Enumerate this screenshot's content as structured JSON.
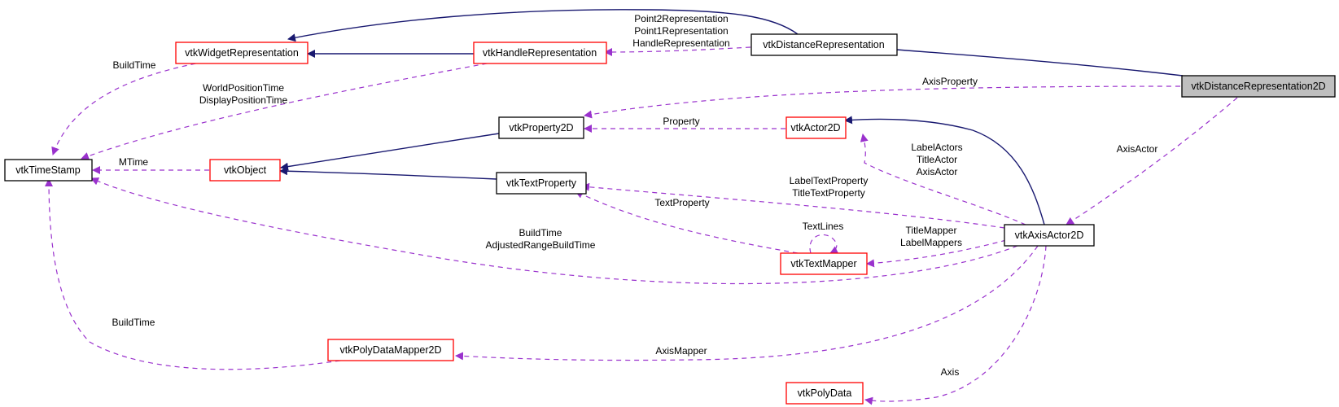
{
  "colors": {
    "inheritance_edge": "#191970",
    "usage_edge": "#9a32cd",
    "documented_border": "#000000",
    "undocumented_border": "#ff0000",
    "focus_fill": "#bfbfbf"
  },
  "nodes": {
    "vtkDistanceRepresentation2D": "vtkDistanceRepresentation2D",
    "vtkDistanceRepresentation": "vtkDistanceRepresentation",
    "vtkWidgetRepresentation": "vtkWidgetRepresentation",
    "vtkHandleRepresentation": "vtkHandleRepresentation",
    "vtkTimeStamp": "vtkTimeStamp",
    "vtkObject": "vtkObject",
    "vtkProperty2D": "vtkProperty2D",
    "vtkActor2D": "vtkActor2D",
    "vtkTextProperty": "vtkTextProperty",
    "vtkTextMapper": "vtkTextMapper",
    "vtkAxisActor2D": "vtkAxisActor2D",
    "vtkPolyDataMapper2D": "vtkPolyDataMapper2D",
    "vtkPolyData": "vtkPolyData"
  },
  "edge_labels": {
    "handle_reps": [
      "Point2Representation",
      "Point1Representation",
      "HandleRepresentation"
    ],
    "widget_buildtime": "BuildTime",
    "handle_times": [
      "WorldPositionTime",
      "DisplayPositionTime"
    ],
    "axis_property": "AxisProperty",
    "axis_actor": "AxisActor",
    "property": "Property",
    "mtime": "MTime",
    "actor_labels": [
      "LabelActors",
      "TitleActor",
      "AxisActor"
    ],
    "text_props": [
      "LabelTextProperty",
      "TitleTextProperty"
    ],
    "text_property": "TextProperty",
    "text_lines": "TextLines",
    "mappers": [
      "TitleMapper",
      "LabelMappers"
    ],
    "axis_times": [
      "BuildTime",
      "AdjustedRangeBuildTime"
    ],
    "polymapper_buildtime": "BuildTime",
    "axis_mapper": "AxisMapper",
    "axis": "Axis"
  }
}
